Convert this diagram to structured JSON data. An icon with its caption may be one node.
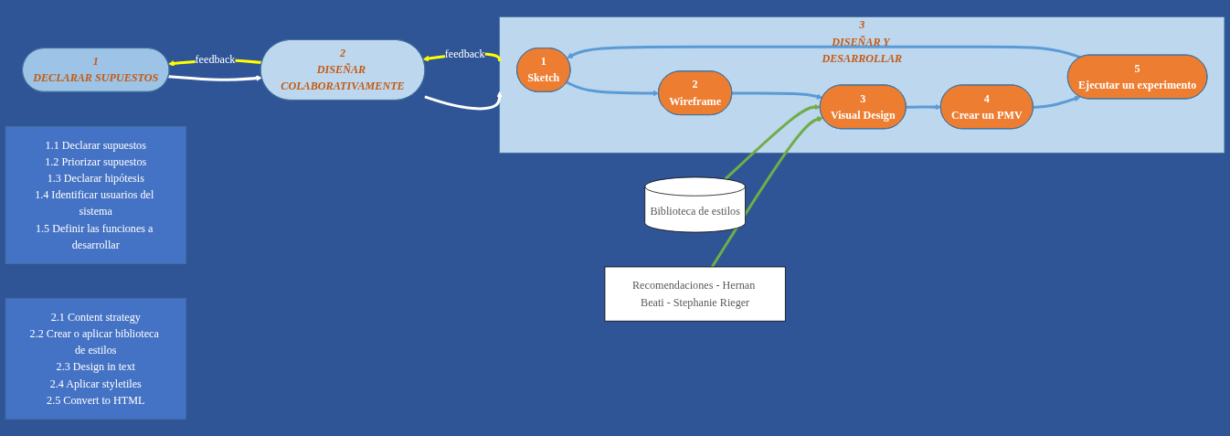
{
  "diagram": {
    "nodes": [
      {
        "text": [
          "1",
          "DECLARAR SUPUESTOS"
        ]
      },
      {
        "text": [
          "1.1 Declarar supuestos",
          "1.2 Priorizar supuestos",
          "1.3 Declarar hipótesis",
          "1.4 Identificar usuarios del sistema",
          "1.5 Definir las funciones a desarrollar"
        ]
      },
      {
        "text": [
          "2",
          "DISEÑAR COLABORATIVAMENTE"
        ]
      },
      {
        "text": [
          "2.1 Content strategy",
          "2.2 Crear o aplicar biblioteca de estilos",
          "2.3 Design in text",
          "2.4 Aplicar styletiles",
          "2.5 Convert to HTML"
        ]
      },
      {
        "text": [
          "3",
          "DISEÑAR Y DESARROLLAR"
        ]
      },
      {
        "text": [
          "1",
          "Sketch"
        ],
        "in": 4
      },
      {
        "text": [
          "2",
          "Wireframe"
        ],
        "in": 4
      },
      {
        "text": [
          "3",
          "Visual Design"
        ],
        "in": 4
      },
      {
        "text": [
          "4",
          "Crear un PMV"
        ],
        "in": 4
      },
      {
        "text": [
          "5",
          "Ejecutar un experimento"
        ],
        "in": 4
      },
      {
        "text": [
          "Biblioteca de estilos"
        ]
      },
      {
        "text": [
          "Recomendaciones - Hernan Beati - Stephanie Rieger"
        ]
      }
    ],
    "edges": [
      {
        "from": 0,
        "to": 2,
        "arrow": "to",
        "color": "#ffffff"
      },
      {
        "from": 2,
        "to": 4,
        "arrow": "to",
        "color": "#ffffff"
      },
      {
        "from": 2,
        "to": 0,
        "arrow": "to",
        "label": "feedback",
        "color": "#ffff00"
      },
      {
        "from": 4,
        "to": 2,
        "arrow": "to",
        "label": "feedback",
        "color": "#ffff00"
      },
      {
        "from": 5,
        "to": 6,
        "arrow": "to"
      },
      {
        "from": 6,
        "to": 7,
        "arrow": "to"
      },
      {
        "from": 7,
        "to": 8,
        "arrow": "to"
      },
      {
        "from": 8,
        "to": 9,
        "arrow": "to"
      },
      {
        "from": 9,
        "to": 5,
        "arrow": "to"
      },
      {
        "from": 10,
        "to": 7,
        "arrow": "to",
        "color": "#70ad47"
      },
      {
        "from": 11,
        "to": 7,
        "arrow": "to",
        "color": "#70ad47"
      }
    ]
  }
}
